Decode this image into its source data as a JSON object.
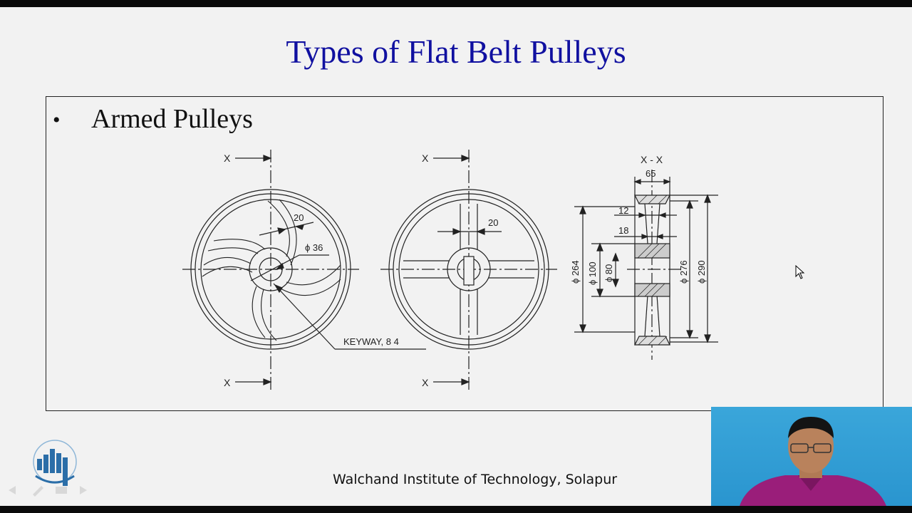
{
  "slide": {
    "title": "Types of Flat Belt Pulleys",
    "bullet": "Armed Pulleys",
    "footer": "Walchand Institute of Technology, Solapur"
  },
  "drawing": {
    "section_label": "X",
    "section_view_label": "X - X",
    "view1": {
      "arm_width": "20",
      "hub_bore": "ϕ 36",
      "keyway": "KEYWAY, 8   4"
    },
    "view2": {
      "arm_width": "20"
    },
    "section": {
      "face_width": "65",
      "dim_12": "12",
      "dim_18": "18",
      "dia_264": "ϕ 264",
      "dia_100": "ϕ 100",
      "dia_80": "ϕ 80",
      "dia_276": "ϕ 276",
      "dia_290": "ϕ 290"
    }
  },
  "colors": {
    "title": "#1010a0",
    "line": "#222222",
    "webcam_bg": "#2a95cf"
  },
  "icons": [
    "logo-icon",
    "cursor-icon",
    "prev-icon",
    "next-icon"
  ]
}
